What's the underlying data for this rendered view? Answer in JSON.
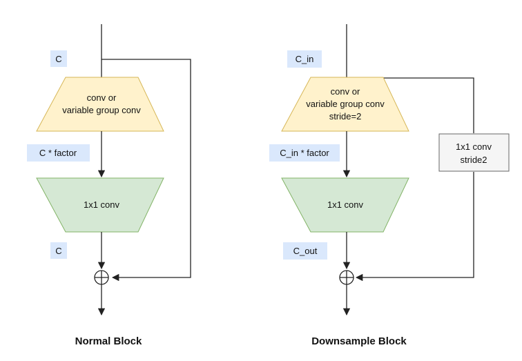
{
  "normal_block": {
    "title": "Normal Block",
    "label_top": "C",
    "label_mid": "C * factor",
    "label_bottom": "C",
    "conv_lines": [
      "conv or",
      "variable group conv"
    ],
    "pointwise_label": "1x1 conv"
  },
  "downsample_block": {
    "title": "Downsample Block",
    "label_top": "C_in",
    "label_mid": "C_in * factor",
    "label_bottom": "C_out",
    "conv_lines": [
      "conv or",
      "variable group conv",
      "stride=2"
    ],
    "pointwise_label": "1x1 conv",
    "shortcut_lines": [
      "1x1 conv",
      "stride2"
    ]
  },
  "colors": {
    "conv_fill": "#FFF2CC",
    "conv_stroke": "#D6B656",
    "pointwise_fill": "#D5E8D4",
    "pointwise_stroke": "#82B366",
    "label_fill": "#DAE8FC",
    "shortcut_fill": "#F5F5F5",
    "shortcut_stroke": "#666666"
  }
}
